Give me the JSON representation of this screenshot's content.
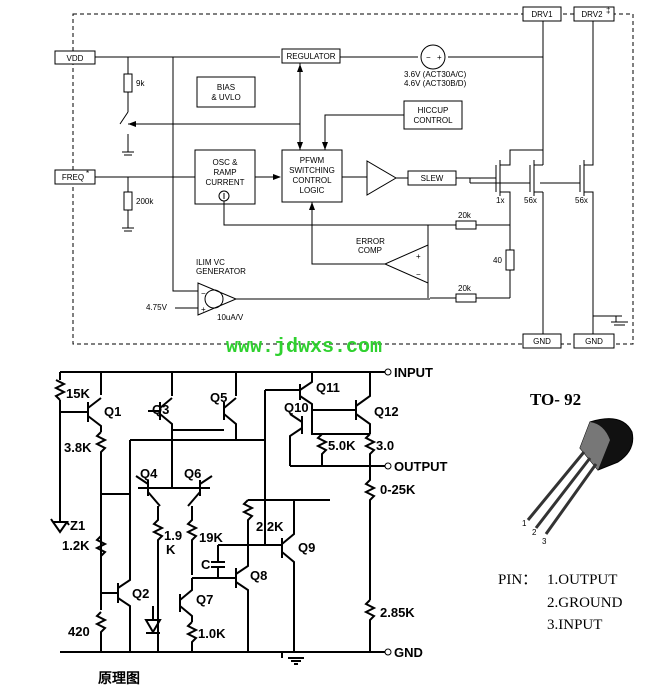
{
  "block_diagram": {
    "pins": {
      "vdd": "VDD",
      "freq": "FREQ",
      "freq_mark": "*",
      "drv1": "DRV1",
      "drv2": "DRV2",
      "drv2_mark": "‡",
      "gnd1": "GND",
      "gnd2": "GND"
    },
    "blocks": {
      "regulator": "REGULATOR",
      "bias_1": "BIAS",
      "bias_2": "& UVLO",
      "hiccup_1": "HICCUP",
      "hiccup_2": "CONTROL",
      "osc_1": "OSC &",
      "osc_2": "RAMP",
      "osc_3": "CURRENT",
      "pfwm_1": "PFWM",
      "pfwm_2": "SWITCHING",
      "pfwm_3": "CONTROL",
      "pfwm_4": "LOGIC",
      "slew": "SLEW",
      "error_1": "ERROR",
      "error_2": "COMP",
      "ilim_1": "ILIM VC",
      "ilim_2": "GENERATOR"
    },
    "labels": {
      "r9k": "9k",
      "r200k": "200k",
      "vref_1": "3.6V (ACT30A/C)",
      "vref_2": "4.6V (ACT30B/D)",
      "r20k_a": "20k",
      "r20k_b": "20k",
      "r40": "40",
      "m1x": "1x",
      "m56x_a": "56x",
      "m56x_b": "56x",
      "v475": "4.75V",
      "gm": "10uA/V"
    }
  },
  "watermark": "www.jdwxs.com",
  "schematic": {
    "transistors": [
      "Q1",
      "Q2",
      "Q3",
      "Q4",
      "Q5",
      "Q6",
      "Q7",
      "Q8",
      "Q9",
      "Q10",
      "Q11",
      "Q12"
    ],
    "resistors": {
      "r15k": "15K",
      "r38k": "3.8K",
      "r12k": "1.2K",
      "r420": "420",
      "r19a": "1.9",
      "r19b": "K",
      "r19k": "19K",
      "r10k": "1.0K",
      "r22k": "2.2K",
      "r50k": "5.0K",
      "r30": "3.0",
      "r025k": "0-25K",
      "r285k": "2.85K"
    },
    "zener": "Z1",
    "capacitor": "C",
    "terminals": {
      "input": "INPUT",
      "output": "OUTPUT",
      "gnd": "GND"
    },
    "caption": "原理图"
  },
  "package": {
    "title": "TO- 92",
    "pin_header": "PIN：",
    "pins": [
      "1.OUTPUT",
      "2.GROUND",
      "3.INPUT"
    ],
    "leg_numbers": [
      "1",
      "2",
      "3"
    ]
  }
}
